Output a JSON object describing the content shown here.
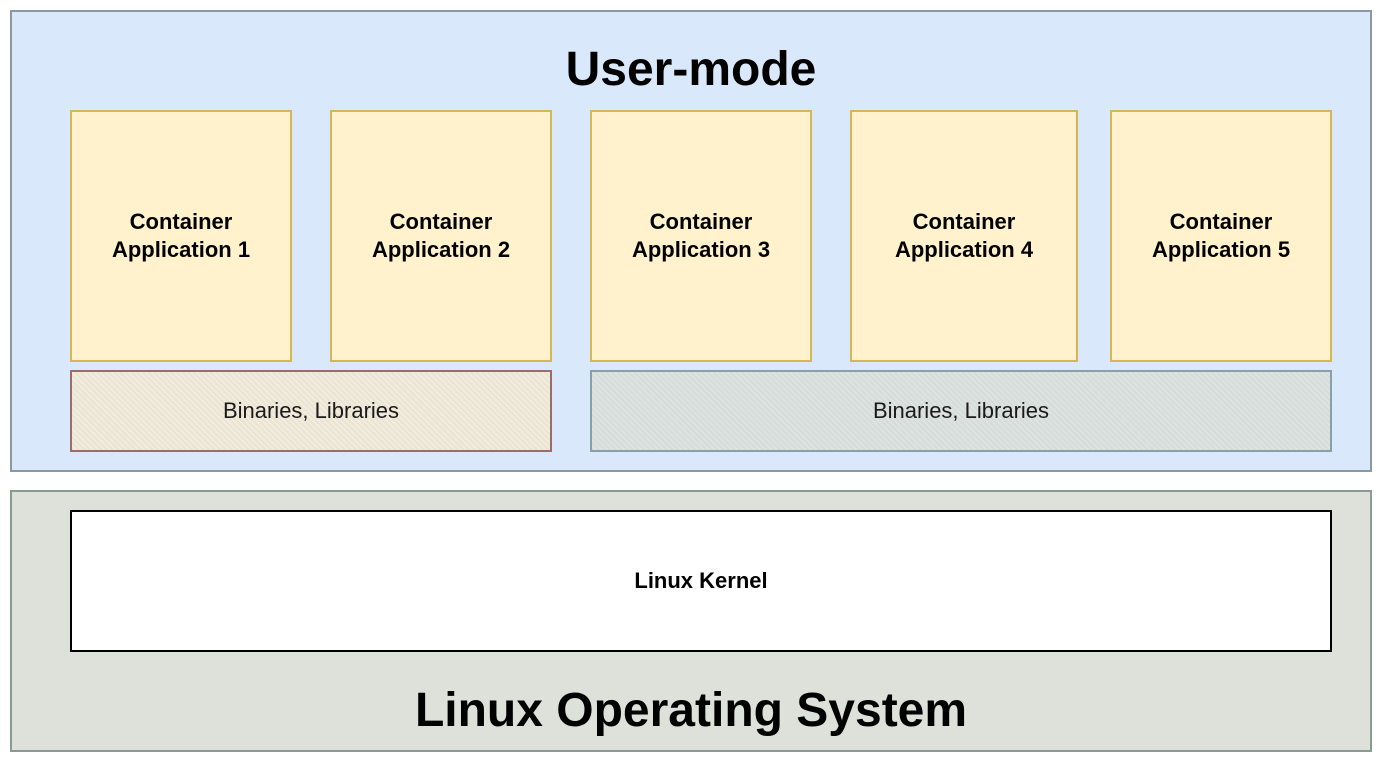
{
  "user_mode": {
    "title": "User-mode",
    "containers": [
      {
        "label": "Container Application 1"
      },
      {
        "label": "Container Application 2"
      },
      {
        "label": "Container Application 3"
      },
      {
        "label": "Container Application 4"
      },
      {
        "label": "Container Application 5"
      }
    ],
    "libraries": [
      {
        "label": "Binaries, Libraries"
      },
      {
        "label": "Binaries, Libraries"
      }
    ]
  },
  "os": {
    "kernel_label": "Linux Kernel",
    "title": "Linux Operating System"
  },
  "colors": {
    "user_mode_fill": "#dae8fc",
    "os_fill": "#dde1d9",
    "container_fill": "#fff2cc",
    "container_stroke": "#d6b656",
    "kernel_fill": "#ffffff"
  }
}
